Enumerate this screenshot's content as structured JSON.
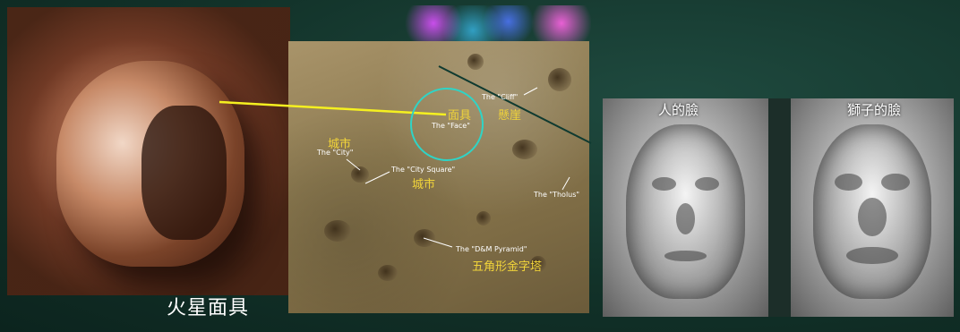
{
  "main_title": "火星面具",
  "map": {
    "labels": {
      "cliff_en": "The \"Cliff\"",
      "cliff_zh": "懸崖",
      "face_zh": "面具",
      "face_en": "The \"Face\"",
      "city_zh": "城市",
      "city_en": "The \"City\"",
      "city_square_en": "The \"City Square\"",
      "city_square_zh": "城市",
      "tholus_en": "The \"Tholus\"",
      "pyramid_en": "The \"D&M Pyramid\"",
      "pyramid_zh": "五角形金字塔"
    }
  },
  "panels": {
    "human_face_title": "人的臉",
    "lion_face_title": "獅子的臉"
  },
  "colors": {
    "background": "#123229",
    "label_yellow": "#f1d43a",
    "circle_cyan": "#2fd4c6",
    "connector_yellow": "#f5f020"
  }
}
